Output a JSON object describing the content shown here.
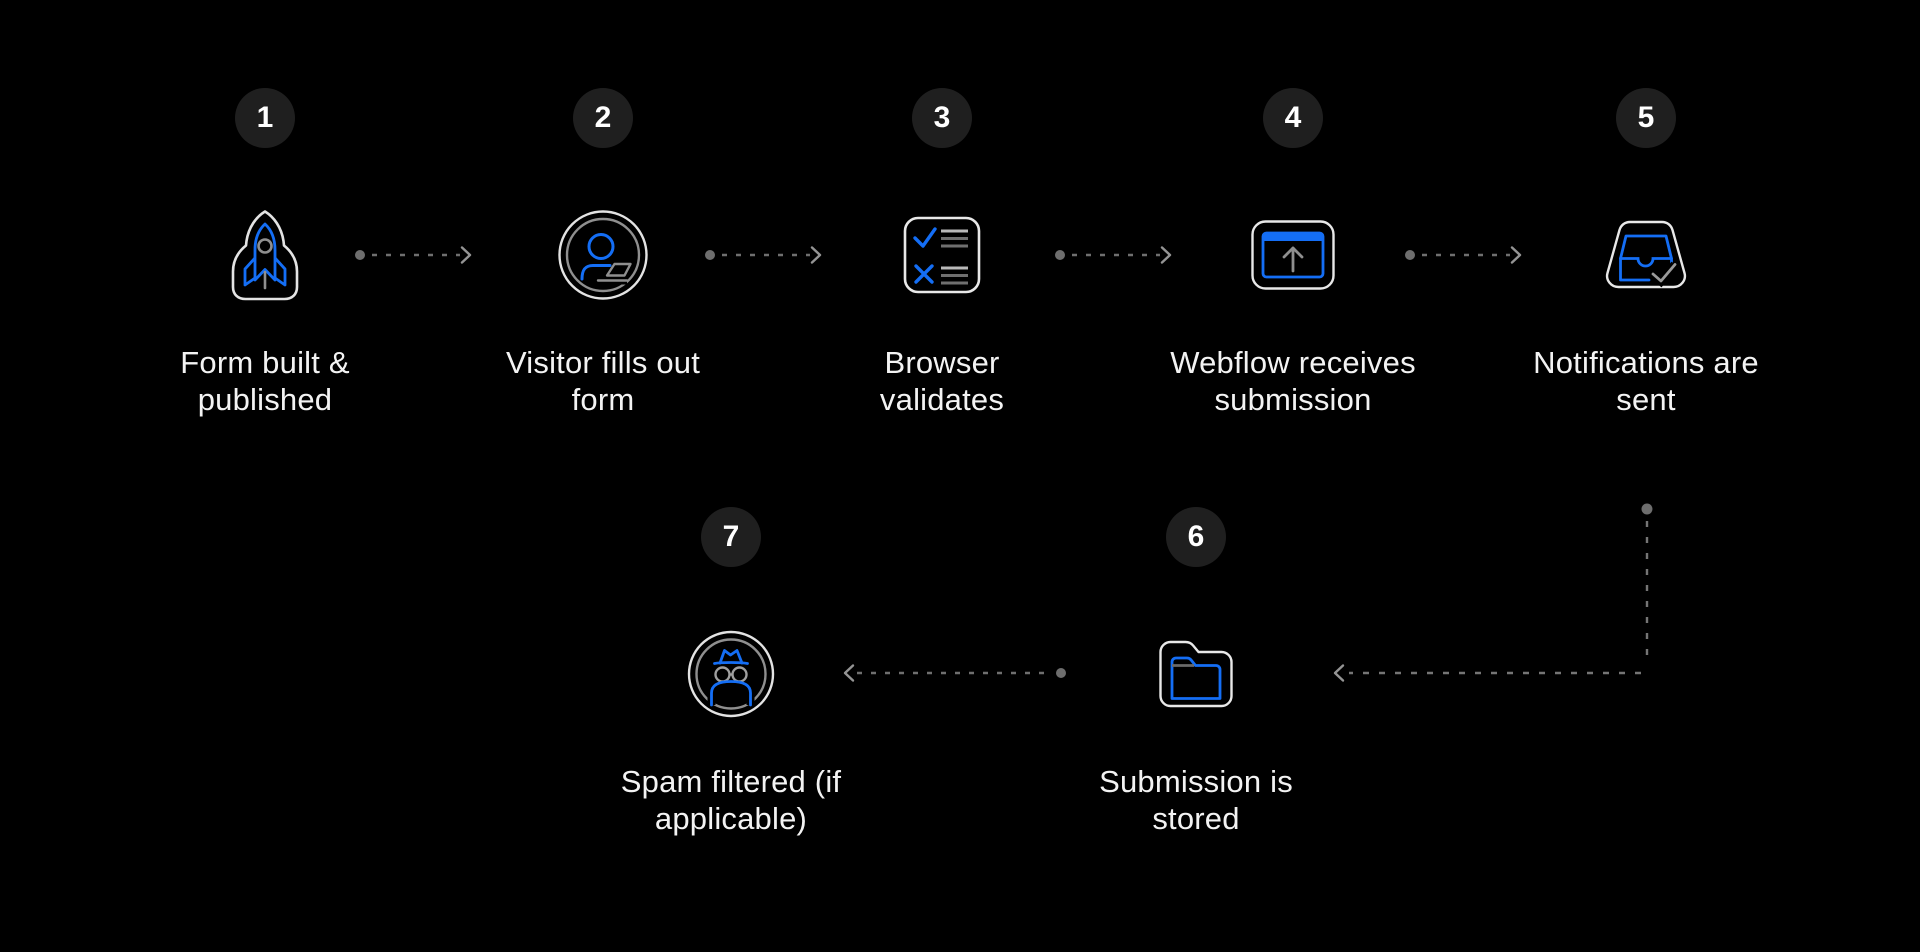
{
  "diagram": {
    "title": "form-submission-workflow",
    "background_color": "#000000",
    "colors": {
      "accent_blue": "#146EF5",
      "icon_outline_gray": "#E3E3E3",
      "icon_muted_gray": "#8F8F8F",
      "arrow_gray": "#6F6F6F",
      "chevron_gray": "#949494",
      "badge_background": "#1F1F1F",
      "label_text": "#F3F3F3",
      "badge_text": "#FFFFFF"
    },
    "steps": [
      {
        "number": "1",
        "label_line1": "Form built &",
        "label_line2": "published",
        "icon": "rocket-icon"
      },
      {
        "number": "2",
        "label_line1": "Visitor fills out",
        "label_line2": "form",
        "icon": "visitor-icon"
      },
      {
        "number": "3",
        "label_line1": "Browser",
        "label_line2": "validates",
        "icon": "checklist-icon"
      },
      {
        "number": "4",
        "label_line1": "Webflow receives",
        "label_line2": "submission",
        "icon": "browser-upload-icon"
      },
      {
        "number": "5",
        "label_line1": "Notifications are",
        "label_line2": "sent",
        "icon": "inbox-icon"
      },
      {
        "number": "6",
        "label_line1": "Submission is",
        "label_line2": "stored",
        "icon": "folder-icon"
      },
      {
        "number": "7",
        "label_line1": "Spam filtered (if",
        "label_line2": "applicable)",
        "icon": "spy-icon"
      }
    ],
    "connections": [
      {
        "from": "1",
        "to": "2",
        "style": "dashed-arrow-right"
      },
      {
        "from": "2",
        "to": "3",
        "style": "dashed-arrow-right"
      },
      {
        "from": "3",
        "to": "4",
        "style": "dashed-arrow-right"
      },
      {
        "from": "4",
        "to": "5",
        "style": "dashed-arrow-right"
      },
      {
        "from": "5",
        "to": "6",
        "style": "dashed-elbow-down-left"
      },
      {
        "from": "6",
        "to": "7",
        "style": "dashed-arrow-left"
      }
    ]
  }
}
